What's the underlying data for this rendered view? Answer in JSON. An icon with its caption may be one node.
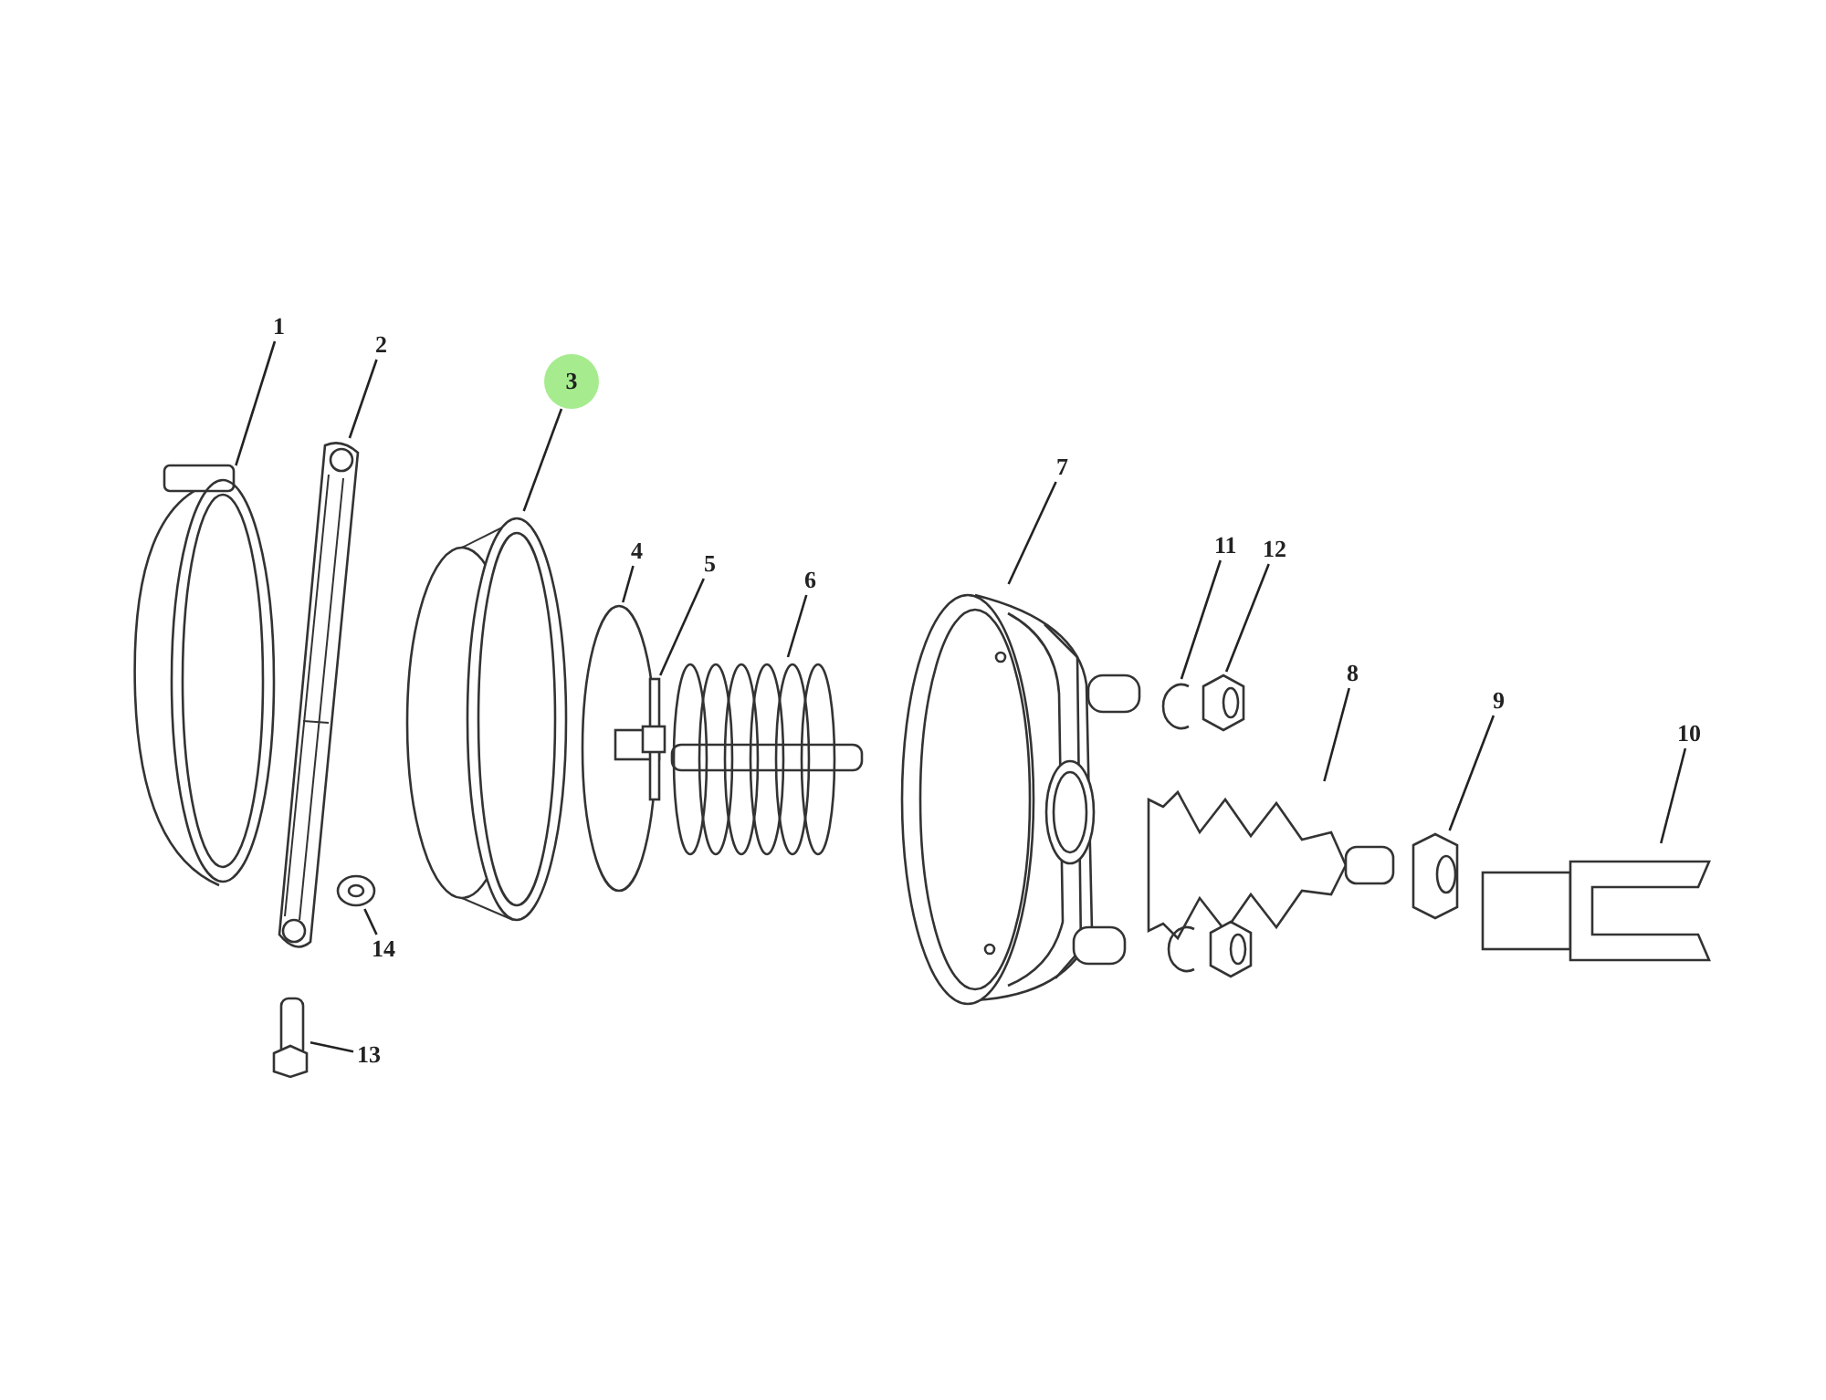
{
  "diagram": {
    "nodes": [
      {
        "text": [
          "1"
        ]
      },
      {
        "text": [
          "2"
        ]
      },
      {
        "text": [
          "3"
        ]
      },
      {
        "text": [
          "4"
        ]
      },
      {
        "text": [
          "5"
        ]
      },
      {
        "text": [
          "6"
        ]
      },
      {
        "text": [
          "7"
        ]
      },
      {
        "text": [
          "8"
        ]
      },
      {
        "text": [
          "9"
        ]
      },
      {
        "text": [
          "10"
        ]
      },
      {
        "text": [
          "11"
        ]
      },
      {
        "text": [
          "12"
        ]
      },
      {
        "text": [
          "13"
        ]
      },
      {
        "text": [
          "14"
        ]
      },
      {
        "text": [],
        "shape": "picture"
      },
      {
        "text": [],
        "shape": "picture"
      },
      {
        "text": [],
        "shape": "picture"
      },
      {
        "text": [],
        "shape": "picture"
      },
      {
        "text": [],
        "shape": "picture"
      },
      {
        "text": [],
        "shape": "picture"
      },
      {
        "text": [],
        "shape": "picture"
      },
      {
        "text": [],
        "shape": "picture"
      },
      {
        "text": [],
        "shape": "picture"
      },
      {
        "text": [],
        "shape": "picture"
      },
      {
        "text": [],
        "shape": "picture"
      },
      {
        "text": [],
        "shape": "picture"
      },
      {
        "text": [],
        "shape": "picture"
      },
      {
        "text": [],
        "shape": "picture"
      }
    ],
    "edges": [
      {
        "from": 0,
        "to": 14,
        "arrow": "none"
      },
      {
        "from": 1,
        "to": 15,
        "arrow": "none"
      },
      {
        "from": 2,
        "to": 16,
        "arrow": "none"
      },
      {
        "from": 3,
        "to": 17,
        "arrow": "none"
      },
      {
        "from": 4,
        "to": 18,
        "arrow": "none"
      },
      {
        "from": 5,
        "to": 19,
        "arrow": "none"
      },
      {
        "from": 6,
        "to": 20,
        "arrow": "none"
      },
      {
        "from": 7,
        "to": 21,
        "arrow": "none"
      },
      {
        "from": 8,
        "to": 22,
        "arrow": "none"
      },
      {
        "from": 9,
        "to": 23,
        "arrow": "none"
      },
      {
        "from": 10,
        "to": 24,
        "arrow": "none"
      },
      {
        "from": 11,
        "to": 25,
        "arrow": "none"
      },
      {
        "from": 12,
        "to": 26,
        "arrow": "none"
      },
      {
        "from": 13,
        "to": 27,
        "arrow": "none"
      }
    ]
  }
}
